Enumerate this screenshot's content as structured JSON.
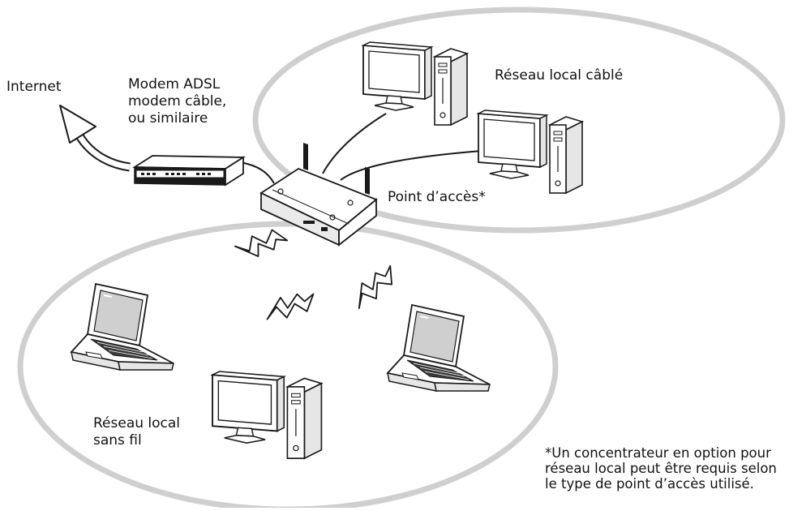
{
  "labels": {
    "internet": "Internet",
    "modem": [
      "Modem ADSL",
      "modem câble,",
      "ou similaire"
    ],
    "wired_lan": "Réseau local câblé",
    "access_point": "Point d’accès*",
    "wireless_lan": [
      "Réseau local",
      "sans fil"
    ],
    "footnote": [
      "*Un concentrateur en option pour",
      "réseau local peut être requis selon",
      "le type de point d’accès utilisé."
    ]
  },
  "colors": {
    "ellipse": "#cfcfcf",
    "line": "#1a1a1a",
    "fill": "#ffffff",
    "screen": "#c8c8c8",
    "dark": "#222222"
  },
  "icons": [
    "internet-arrow-icon",
    "modem-icon",
    "access-point-icon",
    "desktop-computer-icon",
    "laptop-icon",
    "wireless-signal-icon"
  ]
}
